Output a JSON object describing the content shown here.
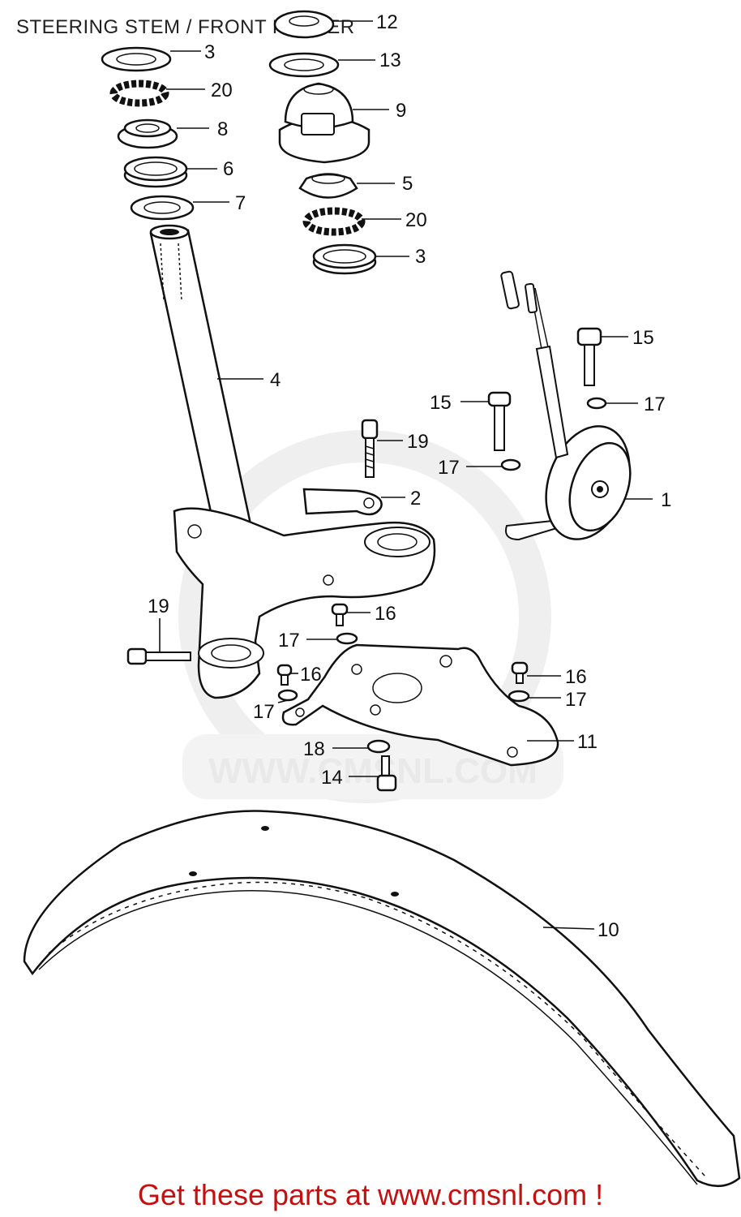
{
  "title": "STEERING STEM / FRONT FENDER",
  "footer": "Get these parts at www.cmsnl.com !",
  "watermark": "WWW.CMSNL.COM",
  "callouts": {
    "c3a": "3",
    "c20a": "20",
    "c8": "8",
    "c6": "6",
    "c7": "7",
    "c12": "12",
    "c13": "13",
    "c9": "9",
    "c5": "5",
    "c20b": "20",
    "c3b": "3",
    "c4": "4",
    "c15a": "15",
    "c17a": "17",
    "c15b": "15",
    "c17b": "17",
    "c1": "1",
    "c19a": "19",
    "c2": "2",
    "c19b": "19",
    "c16a": "16",
    "c17c": "17",
    "c16b": "16",
    "c17d": "17",
    "c16c": "16",
    "c17e": "17",
    "c11": "11",
    "c18": "18",
    "c14": "14",
    "c10": "10"
  },
  "colors": {
    "footer": "#c41010",
    "line": "#111111",
    "watermark": "#e9e9e9"
  }
}
